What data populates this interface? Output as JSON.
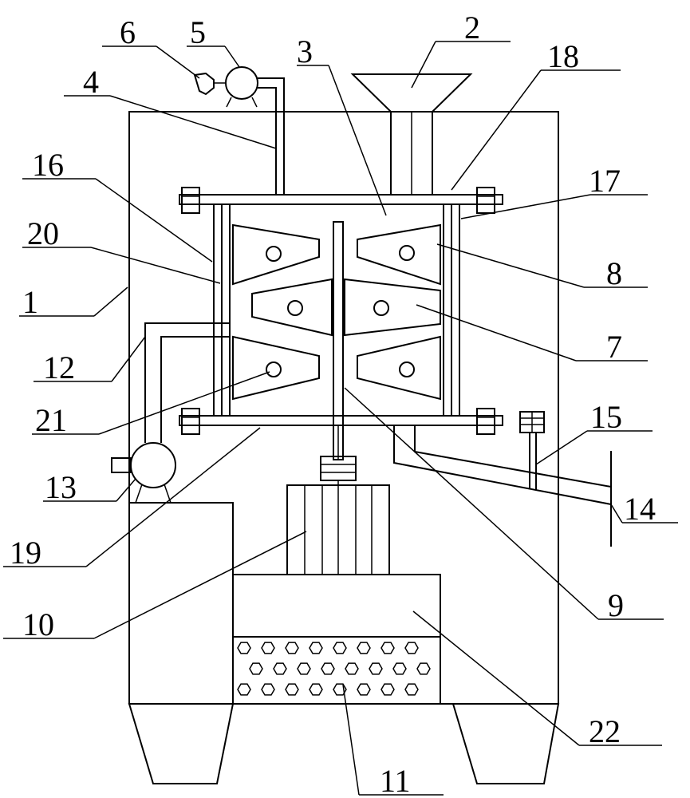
{
  "diagram": {
    "line_color": "#000000",
    "background": "#ffffff",
    "labels": [
      "1",
      "2",
      "3",
      "4",
      "5",
      "6",
      "7",
      "8",
      "9",
      "10",
      "11",
      "12",
      "13",
      "14",
      "15",
      "16",
      "17",
      "18",
      "19",
      "20",
      "21",
      "22"
    ]
  }
}
